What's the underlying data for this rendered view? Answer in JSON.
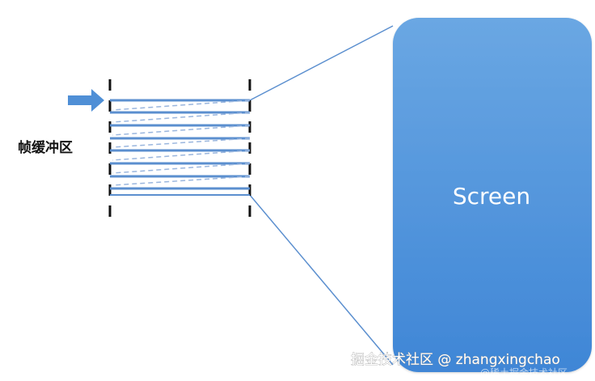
{
  "diagram": {
    "buffer_label": "帧缓冲区",
    "screen_label": "Screen",
    "watermark_primary": "掘金技术社区 @ zhangxingchao",
    "watermark_secondary": "@稀土掘金技术社区"
  },
  "colors": {
    "screen_fill_top": "#6aa7e3",
    "screen_fill_bottom": "#3f86d6",
    "screen_text": "#ffffff",
    "arrow": "#4f8fd6",
    "line": "#5b8fcf",
    "line_dashed": "#9ab6de",
    "divider": "#111111",
    "label": "#111111",
    "watermark": "#ffffff",
    "watermark_shadow": "#8d8d8d"
  }
}
